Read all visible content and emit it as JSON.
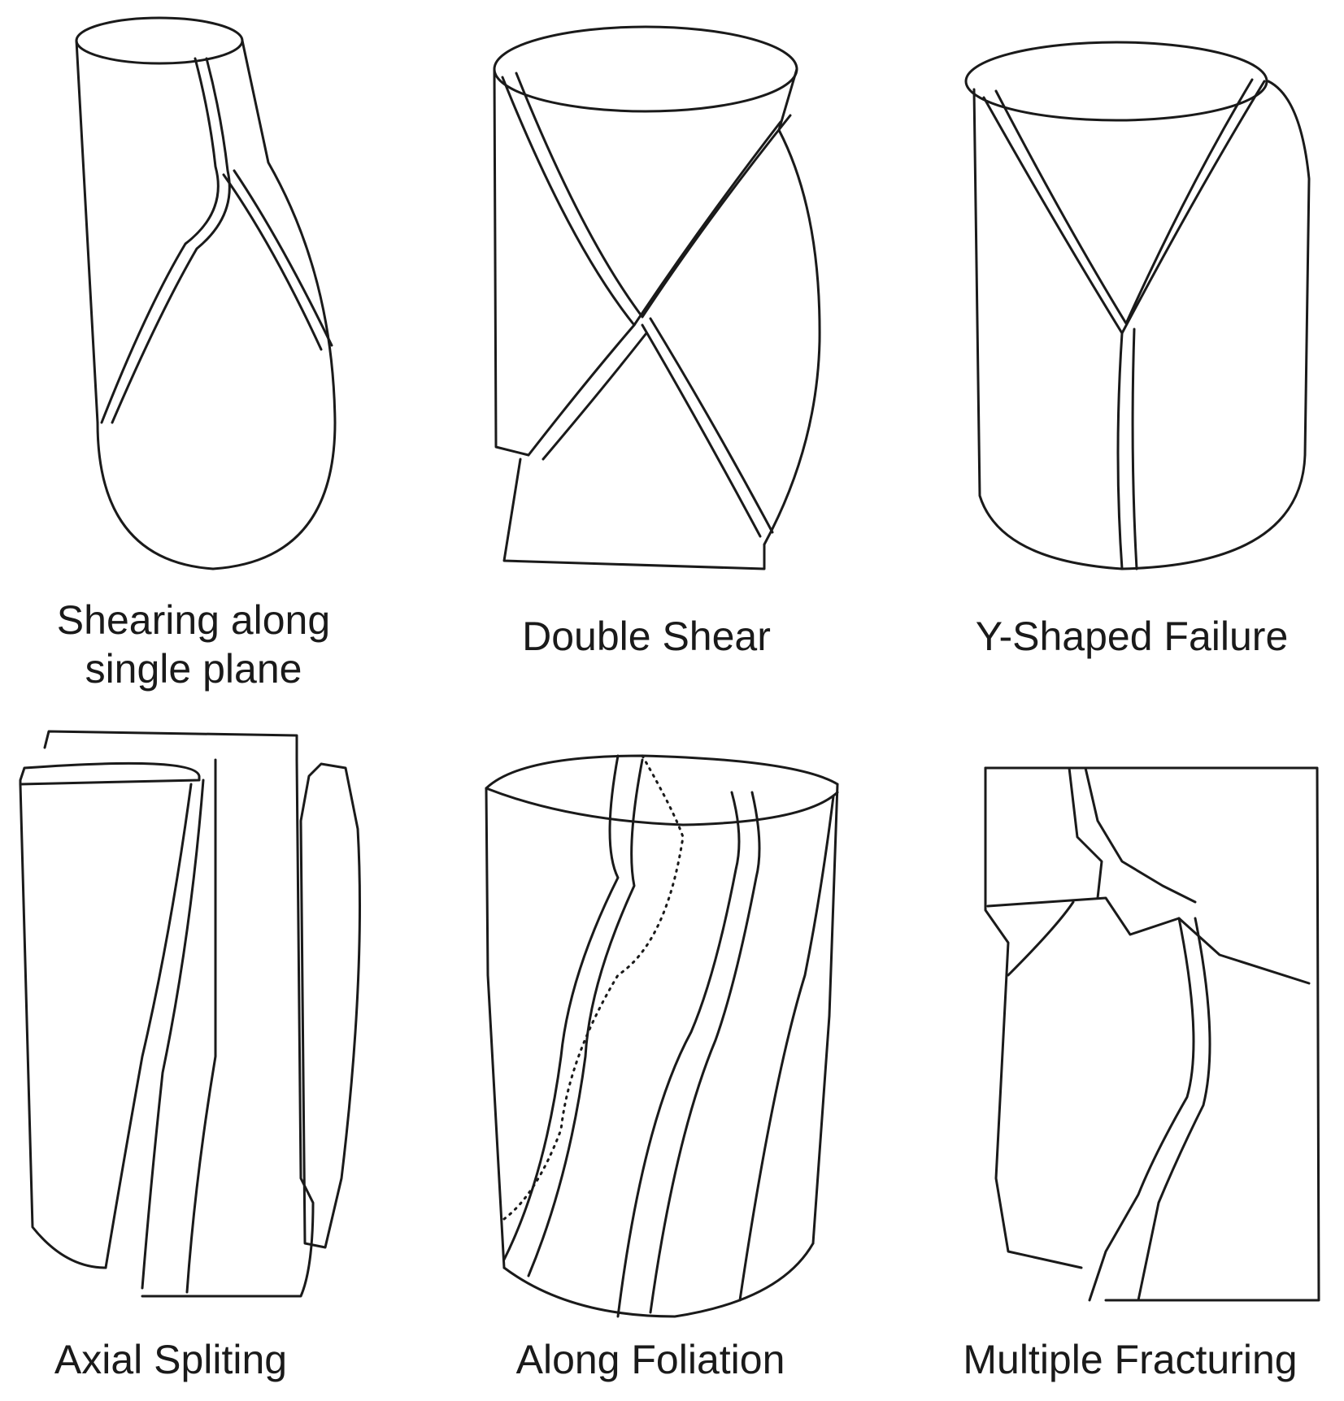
{
  "panels": [
    {
      "id": "shearing",
      "caption_lines": [
        "Shearing along",
        "single plane"
      ]
    },
    {
      "id": "double-shear",
      "caption_lines": [
        "Double Shear"
      ]
    },
    {
      "id": "y-shaped",
      "caption_lines": [
        "Y-Shaped Failure"
      ]
    },
    {
      "id": "axial",
      "caption_lines": [
        "Axial Spliting"
      ]
    },
    {
      "id": "foliation",
      "caption_lines": [
        "Along Foliation"
      ]
    },
    {
      "id": "multiple",
      "caption_lines": [
        "Multiple Fracturing"
      ]
    }
  ]
}
